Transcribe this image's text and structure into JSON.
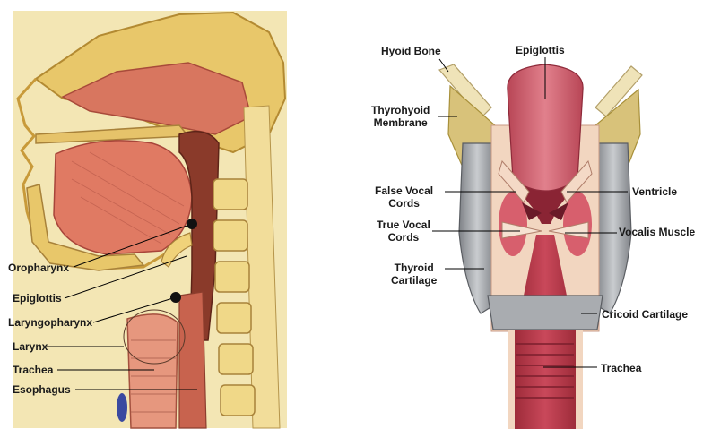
{
  "left_panel": {
    "labels": {
      "oropharynx": "Oropharynx",
      "epiglottis": "Epiglottis",
      "laryngopharynx": "Laryngopharynx",
      "larynx": "Larynx",
      "trachea": "Trachea",
      "esophagus": "Esophagus"
    }
  },
  "right_panel": {
    "labels": {
      "hyoid_bone": "Hyoid Bone",
      "epiglottis": "Epiglottis",
      "thyrohyoid_line1": "Thyrohyoid",
      "thyrohyoid_line2": "Membrane",
      "false_vocal_line1": "False Vocal",
      "false_vocal_line2": "Cords",
      "ventricle": "Ventricle",
      "true_vocal_line1": "True Vocal",
      "true_vocal_line2": "Cords",
      "vocalis_muscle": "Vocalis Muscle",
      "thyroid_line1": "Thyroid",
      "thyroid_line2": "Cartilage",
      "cricoid_cartilage": "Cricoid Cartilage",
      "trachea": "Trachea"
    }
  }
}
